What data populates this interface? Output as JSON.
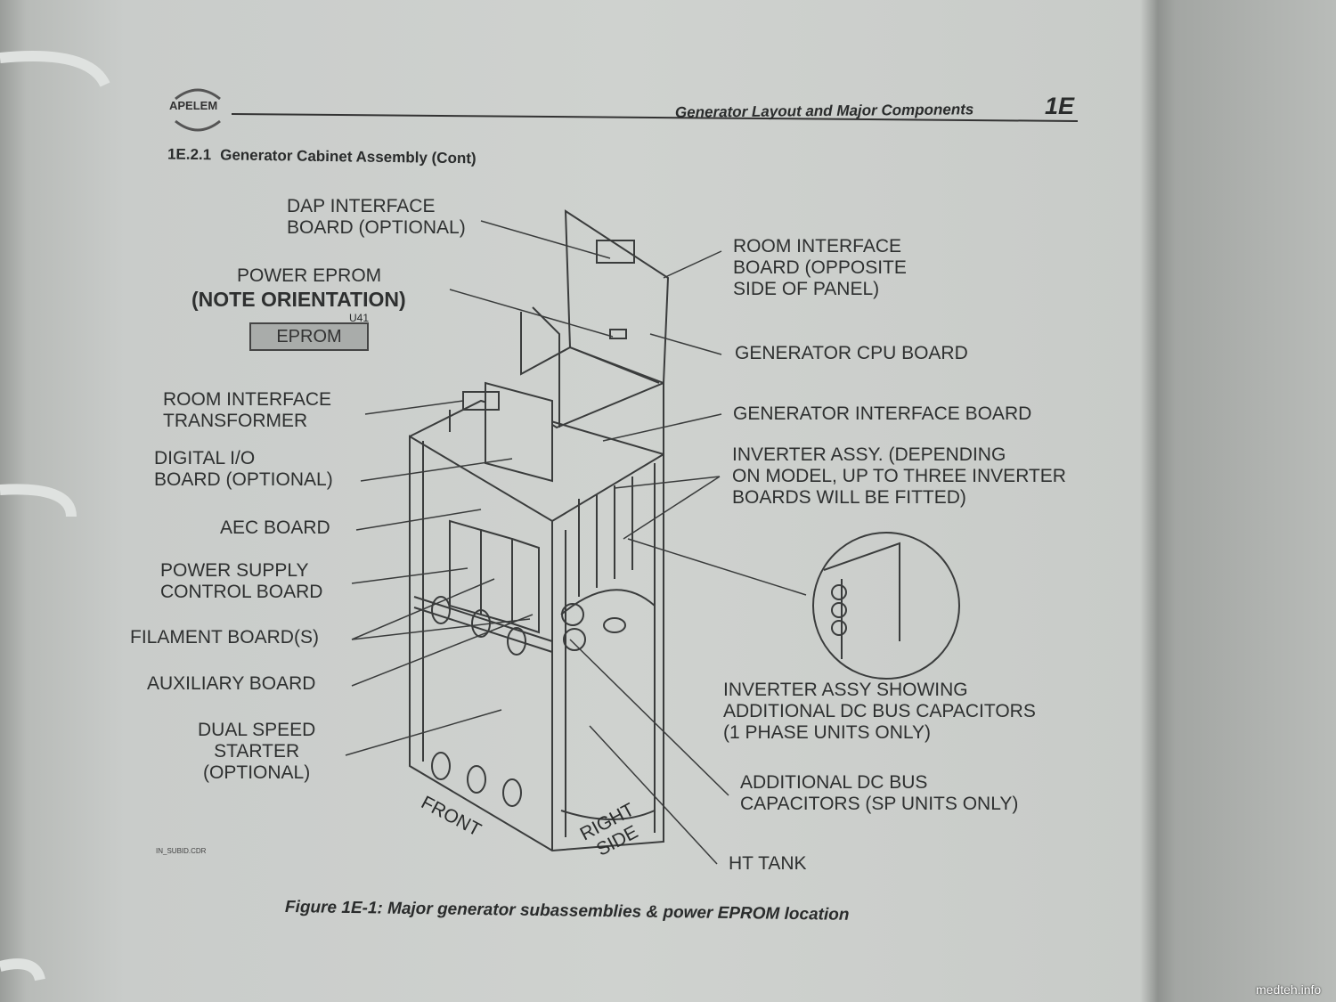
{
  "logo": {
    "text": "APELEM"
  },
  "header": {
    "title": "Generator Layout and Major Components",
    "chapter": "1E"
  },
  "section": {
    "number": "1E.2.1",
    "title": "Generator Cabinet Assembly (Cont)"
  },
  "labels": {
    "dap": "DAP INTERFACE\nBOARD (OPTIONAL)",
    "power_eprom": "POWER EPROM",
    "note_orientation": "(NOTE ORIENTATION)",
    "eprom_chip": "EPROM",
    "u41": "U41",
    "room_transformer": "ROOM INTERFACE\nTRANSFORMER",
    "digital_io": "DIGITAL I/O\nBOARD (OPTIONAL)",
    "aec": "AEC BOARD",
    "power_supply": "POWER SUPPLY\nCONTROL BOARD",
    "filament": "FILAMENT BOARD(S)",
    "auxiliary": "AUXILIARY BOARD",
    "dual_speed": "DUAL SPEED\nSTARTER\n(OPTIONAL)",
    "room_board": "ROOM INTERFACE\nBOARD (OPPOSITE\nSIDE OF PANEL)",
    "cpu": "GENERATOR CPU BOARD",
    "gen_interface": "GENERATOR INTERFACE BOARD",
    "inverter": "INVERTER ASSY. (DEPENDING\nON MODEL, UP TO THREE INVERTER\nBOARDS WILL BE FITTED)",
    "inverter_detail": "INVERTER ASSY SHOWING\nADDITIONAL DC BUS CAPACITORS\n(1 PHASE UNITS ONLY)",
    "dc_bus": "ADDITIONAL DC BUS\nCAPACITORS (SP UNITS ONLY)",
    "ht_tank": "HT TANK",
    "front": "FRONT",
    "right_side": "RIGHT\nSIDE"
  },
  "file_ref": "IN_SUBID.CDR",
  "caption": "Figure 1E-1: Major generator subassemblies & power EPROM location",
  "watermark": "medteh.info"
}
